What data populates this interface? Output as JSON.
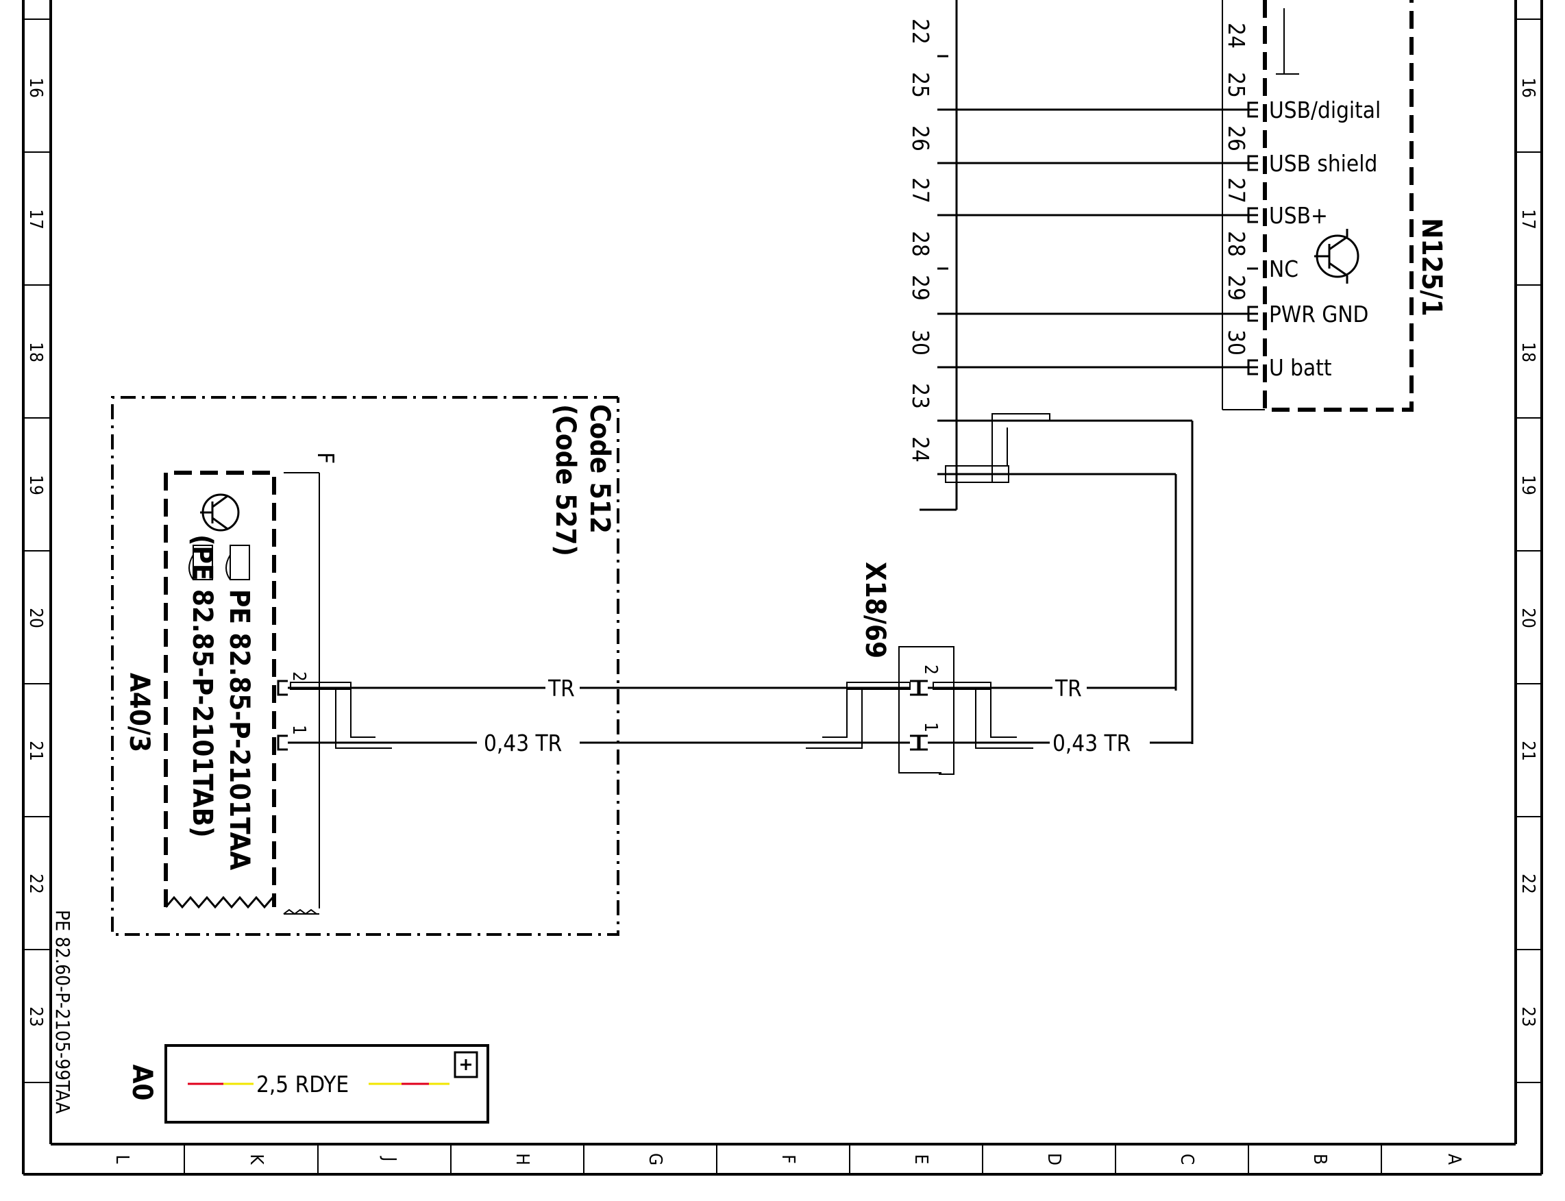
{
  "frame": {
    "row_labels": [
      "16",
      "17",
      "18",
      "19",
      "20",
      "21",
      "22",
      "23"
    ],
    "column_labels": [
      "L",
      "K",
      "J",
      "H",
      "G",
      "F",
      "E",
      "D",
      "C",
      "B",
      "A"
    ]
  },
  "ecu_connector": {
    "pins_top": [
      "22",
      "25",
      "26",
      "27",
      "28",
      "29",
      "30",
      "23",
      "24"
    ]
  },
  "n125": {
    "name": "N125/1",
    "pin_numbers": [
      "24",
      "25",
      "26",
      "27",
      "28",
      "29",
      "30"
    ],
    "pins": [
      {
        "number": "25",
        "label": "USB/digital"
      },
      {
        "number": "26",
        "label": "USB shield"
      },
      {
        "number": "27",
        "label": "USB+"
      },
      {
        "number": "28",
        "label": "NC"
      },
      {
        "number": "29",
        "label": "PWR GND"
      },
      {
        "number": "30",
        "label": "U batt"
      }
    ]
  },
  "a40": {
    "name": "A40/3",
    "code_primary": "Code 512",
    "code_secondary": "(Code 527)",
    "ref_primary": "PE 82.85-P-2101TAA",
    "ref_secondary": "(PE 82.85-P-2101TAB)",
    "pin_2": "2",
    "pin_1": "1",
    "shield_mark": "F"
  },
  "connector_x18": {
    "name": "X18/69",
    "pin_2": "2",
    "pin_1": "1"
  },
  "wires": {
    "top_left": "TR",
    "bottom_left": "0,43 TR",
    "top_right": "TR",
    "bottom_right": "0,43 TR"
  },
  "legend": {
    "prefix": "A0",
    "label": "2,5 RDYE",
    "colors": {
      "red": "#e0001b",
      "yellow": "#f2e600"
    }
  },
  "doc_ref": "PE 82.60-P-2105-99TAA"
}
